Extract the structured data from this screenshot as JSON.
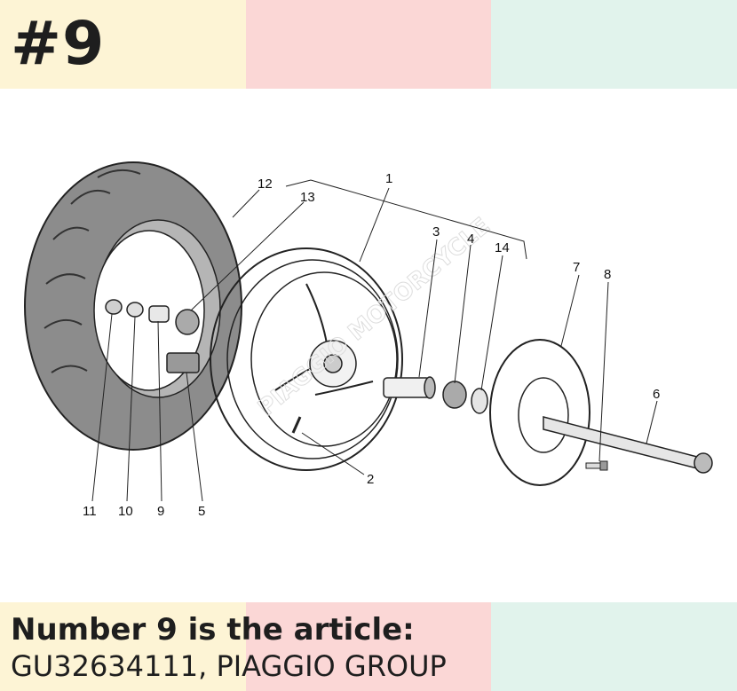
{
  "header": {
    "badge": "#9"
  },
  "diagram": {
    "watermark": "PIAGGIO MOTORCYCLE",
    "callouts": {
      "c1": "1",
      "c2": "2",
      "c3": "3",
      "c4": "4",
      "c5": "5",
      "c6": "6",
      "c7": "7",
      "c8": "8",
      "c9": "9",
      "c10": "10",
      "c11": "11",
      "c12": "12",
      "c13": "13",
      "c14": "14"
    }
  },
  "footer": {
    "headline": "Number 9 is the article:",
    "article": "GU32634111, PIAGGIO GROUP"
  },
  "colors": {
    "band_yellow": "#fdf4d5",
    "band_pink": "#fbd7d6",
    "band_mint": "#e1f3ec",
    "tire_dark": "#8c8c8c",
    "tire_inner": "#b5b5b5"
  }
}
